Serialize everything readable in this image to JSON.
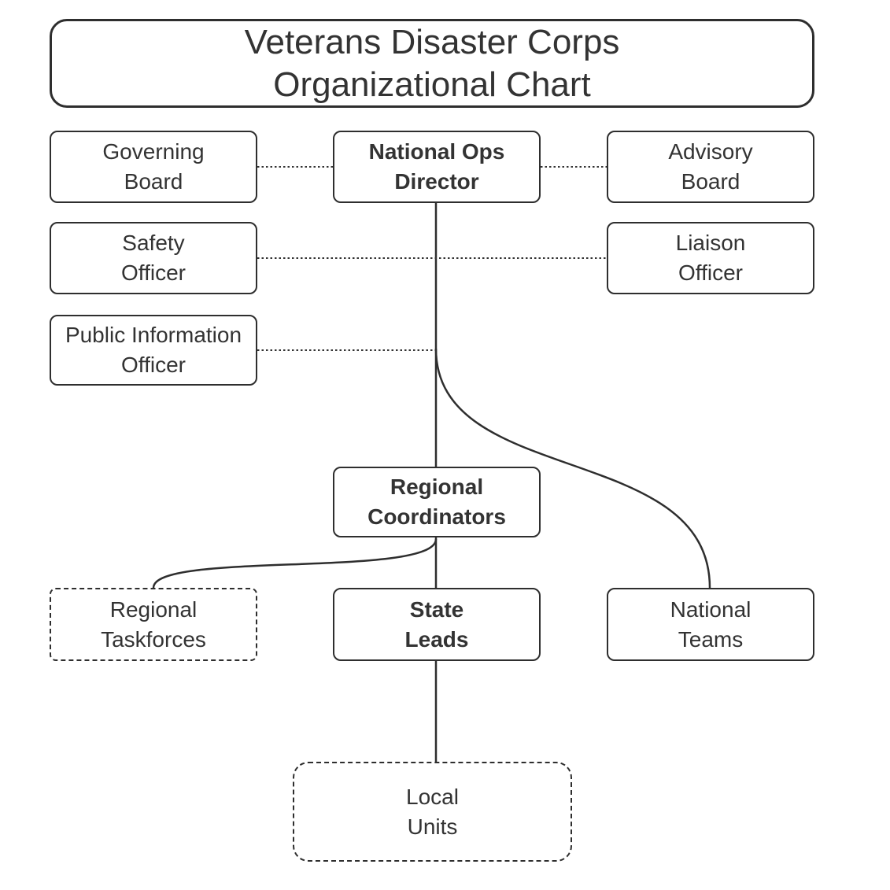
{
  "title": {
    "line1": "Veterans Disaster Corps",
    "line2": "Organizational Chart"
  },
  "nodes": {
    "governing_board": {
      "line1": "Governing",
      "line2": "Board"
    },
    "national_ops_director": {
      "line1": "National Ops",
      "line2": "Director"
    },
    "advisory_board": {
      "line1": "Advisory",
      "line2": "Board"
    },
    "safety_officer": {
      "line1": "Safety",
      "line2": "Officer"
    },
    "liaison_officer": {
      "line1": "Liaison",
      "line2": "Officer"
    },
    "public_information_officer": {
      "line1": "Public Information",
      "line2": "Officer"
    },
    "regional_coordinators": {
      "line1": "Regional",
      "line2": "Coordinators"
    },
    "regional_taskforces": {
      "line1": "Regional",
      "line2": "Taskforces"
    },
    "state_leads": {
      "line1": "State",
      "line2": "Leads"
    },
    "national_teams": {
      "line1": "National",
      "line2": "Teams"
    },
    "local_units": {
      "line1": "Local",
      "line2": "Units"
    }
  },
  "edges": [
    {
      "from": "governing_board",
      "to": "national_ops_director",
      "style": "dotted"
    },
    {
      "from": "national_ops_director",
      "to": "advisory_board",
      "style": "dotted"
    },
    {
      "from": "safety_officer",
      "to": "liaison_officer",
      "style": "dotted"
    },
    {
      "from": "public_information_officer",
      "to": "national_ops_director",
      "style": "dotted"
    },
    {
      "from": "national_ops_director",
      "to": "regional_coordinators",
      "style": "solid"
    },
    {
      "from": "national_ops_director",
      "to": "national_teams",
      "style": "solid-curve"
    },
    {
      "from": "regional_coordinators",
      "to": "regional_taskforces",
      "style": "solid-curve"
    },
    {
      "from": "regional_coordinators",
      "to": "state_leads",
      "style": "solid"
    },
    {
      "from": "state_leads",
      "to": "local_units",
      "style": "solid"
    }
  ],
  "colors": {
    "line": "#2e2e2e",
    "text": "#333333",
    "background": "#ffffff"
  }
}
